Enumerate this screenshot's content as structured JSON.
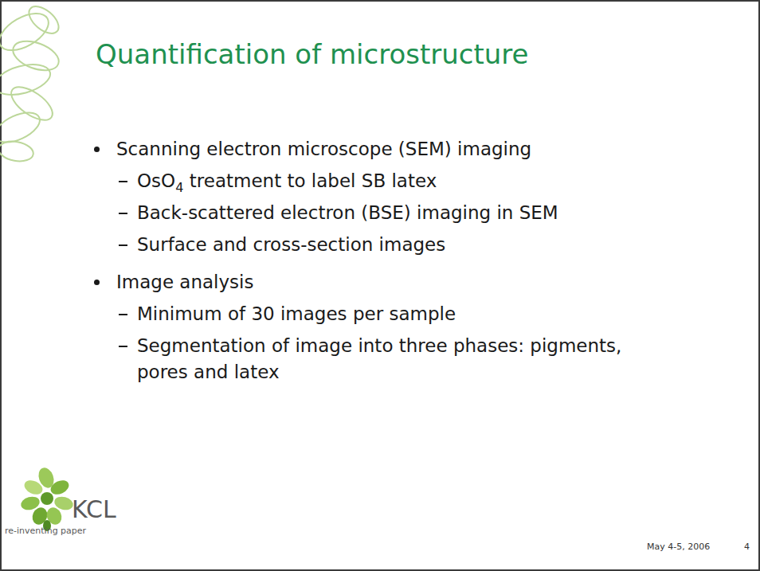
{
  "diagram": {
    "title": "Quantification of microstructure",
    "labels": [
      "Scanning electron microscope (SEM) imaging",
      "OsO4 treatment to label SB latex",
      "Back-scattered electron (BSE) imaging in SEM",
      "Surface and cross-section images",
      "Image analysis",
      "Minimum of 30 images per sample",
      "Segmentation of image into three phases: pigments, pores and latex",
      "KCL",
      "re-inventing paper",
      "May 4-5, 2006",
      "4"
    ]
  }
}
